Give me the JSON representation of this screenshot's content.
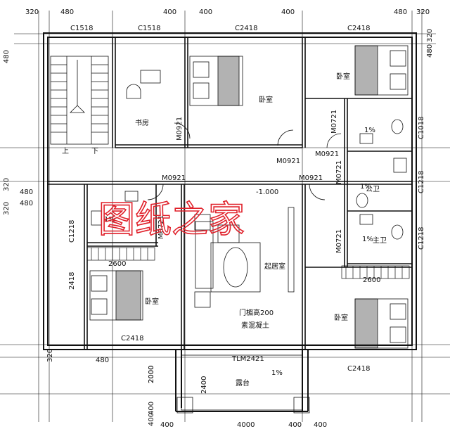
{
  "dimensions": {
    "top": [
      "320",
      "480",
      "400",
      "400",
      "400",
      "480",
      "320"
    ],
    "bottom": [
      "400",
      "4000",
      "400",
      "400"
    ],
    "left": [
      "480",
      "320",
      "480",
      "320",
      "480",
      "2000",
      "400",
      "400"
    ],
    "left_mid": [
      "2418",
      "320",
      "480"
    ],
    "right": [
      "320",
      "480"
    ],
    "bottom_area": [
      "2000",
      "2400"
    ]
  },
  "windows": {
    "top_left": "C1518",
    "top_mid": "C1518",
    "top_bed": "C2418",
    "top_right": "C2418",
    "right_1": "C1018",
    "right_2": "C1218",
    "right_3": "C1218",
    "left_bed": "C2418",
    "bottom_left": "C2418",
    "bottom_right": "C2418",
    "left_mid": "C1218",
    "tlm": "TLM2421"
  },
  "doors": {
    "study": "M0921",
    "hall": "M0921",
    "upper_right": "M0721",
    "corr_right": "M0921",
    "left_bed": "M0921",
    "left_bath": "M0721",
    "right_bath_1": "M0721",
    "right_bath_2": "M0721",
    "right_bed": "M0921",
    "right_bath_top": "M0721"
  },
  "rooms": {
    "study": "书房",
    "bed_main": "卧室",
    "bed_right": "卧室",
    "bed_left": "卧室",
    "bed_lower_right": "卧室",
    "living": "起居室",
    "public_bath": "公卫",
    "main_bath": "主卫",
    "terrace": "露台"
  },
  "stair": {
    "up": "上",
    "down": "下"
  },
  "slopes": [
    "1%",
    "1%",
    "1%",
    "1%",
    "1%"
  ],
  "levels": {
    "living": "-1.000"
  },
  "notes": {
    "beam": "门楣高200",
    "concrete": "素混凝土"
  },
  "spans": {
    "left_bed": "2600",
    "right_bed": "2600"
  },
  "watermark": "图纸之家",
  "colors": {
    "line": "#111111",
    "watermark": "#e0202a"
  }
}
